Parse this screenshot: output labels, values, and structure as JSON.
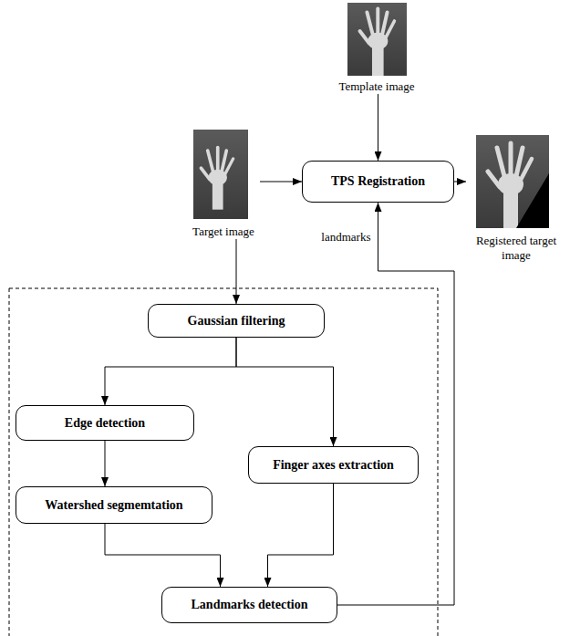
{
  "diagram": {
    "nodes": [
      {
        "text": [
          "Template image"
        ]
      },
      {
        "text": [
          "Target image"
        ]
      },
      {
        "text": [
          "TPS Registration"
        ]
      },
      {
        "text": [
          "Registered target image"
        ]
      },
      {
        "text": [
          "Gaussian filtering"
        ]
      },
      {
        "text": [
          "Edge detection"
        ]
      },
      {
        "text": [
          "Finger axes extraction"
        ]
      },
      {
        "text": [
          "Watershed segmemtation"
        ]
      },
      {
        "text": [
          "Landmarks detection"
        ]
      }
    ],
    "edges": [
      {
        "from": 0,
        "to": 2,
        "arrow": "to"
      },
      {
        "from": 1,
        "to": 2,
        "arrow": "to"
      },
      {
        "from": 2,
        "to": 3,
        "arrow": "to"
      },
      {
        "from": 1,
        "to": 4,
        "arrow": "to"
      },
      {
        "from": 4,
        "to": 5,
        "arrow": "to"
      },
      {
        "from": 4,
        "to": 6,
        "arrow": "to"
      },
      {
        "from": 5,
        "to": 7,
        "arrow": "to"
      },
      {
        "from": 7,
        "to": 8,
        "arrow": "to"
      },
      {
        "from": 6,
        "to": 8,
        "arrow": "to"
      },
      {
        "from": 8,
        "to": 2,
        "label": "landmarks",
        "arrow": "to"
      }
    ]
  }
}
